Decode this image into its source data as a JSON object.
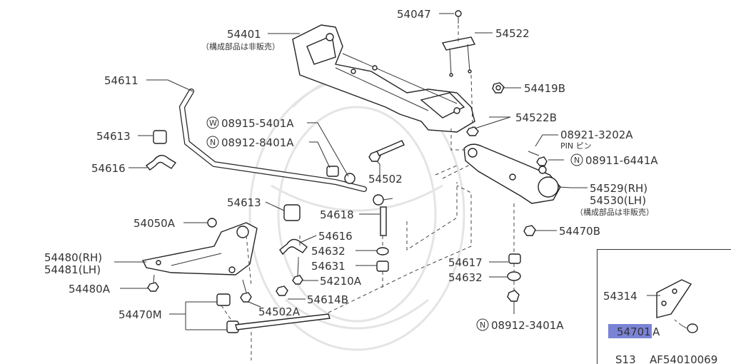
{
  "callouts": {
    "p54047": "54047",
    "p54401": "54401",
    "p54401_note": "（構成部品は非販売）",
    "p54522": "54522",
    "p54611": "54611",
    "p54419B": "54419B",
    "p54613_upper": "54613",
    "p54522B": "54522B",
    "p08915": "08915-5401A",
    "p08915_mark": "W",
    "p08921": "08921-3202A",
    "p08921_sub": "PIN ピン",
    "p08912_8401": "08912-8401A",
    "p08912_8401_mark": "N",
    "p54616_upper": "54616",
    "p08911": "08911-6441A",
    "p08911_mark": "N",
    "p54502": "54502",
    "p54529": "54529(RH)",
    "p54530": "54530(LH)",
    "p54530_note": "（構成部品は非販売）",
    "p54613_lower": "54613",
    "p54618": "54618",
    "p54050A": "54050A",
    "p54616_lower": "54616",
    "p54470B": "54470B",
    "p54480": "54480(RH)",
    "p54481": "54481(LH)",
    "p54632_left": "54632",
    "p54631": "54631",
    "p54617": "54617",
    "p54210A": "54210A",
    "p54632_right": "54632",
    "p54480A": "54480A",
    "p54614B": "54614B",
    "p54470M": "54470M",
    "p54502A": "54502A",
    "p08912_3401": "08912-3401A",
    "p08912_3401_mark": "N",
    "p54314": "54314",
    "p54701_main": "54701",
    "p54701_suffix": "A",
    "model": "S13",
    "code": "AF54010069"
  },
  "colors": {
    "highlight": "#7b83d6",
    "ink": "#333333",
    "watermark": "#e4e4e4"
  }
}
